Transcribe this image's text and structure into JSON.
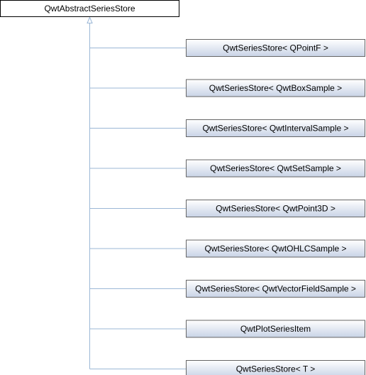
{
  "diagram": {
    "type": "class-inheritance",
    "root": {
      "label": "QwtAbstractSeriesStore"
    },
    "children": [
      {
        "label": "QwtSeriesStore< QPointF >"
      },
      {
        "label": "QwtSeriesStore< QwtBoxSample >"
      },
      {
        "label": "QwtSeriesStore< QwtIntervalSample >"
      },
      {
        "label": "QwtSeriesStore< QwtSetSample >"
      },
      {
        "label": "QwtSeriesStore< QwtPoint3D >"
      },
      {
        "label": "QwtSeriesStore< QwtOHLCSample >"
      },
      {
        "label": "QwtSeriesStore< QwtVectorFieldSample >"
      },
      {
        "label": "QwtPlotSeriesItem"
      },
      {
        "label": "QwtSeriesStore< T >"
      }
    ],
    "colors": {
      "edge": "#9bb7d6",
      "child_border": "#666666",
      "child_fill_top": "#ffffff",
      "child_fill_bottom": "#c8d3e6",
      "root_border": "#000000",
      "root_fill": "#ffffff"
    }
  }
}
